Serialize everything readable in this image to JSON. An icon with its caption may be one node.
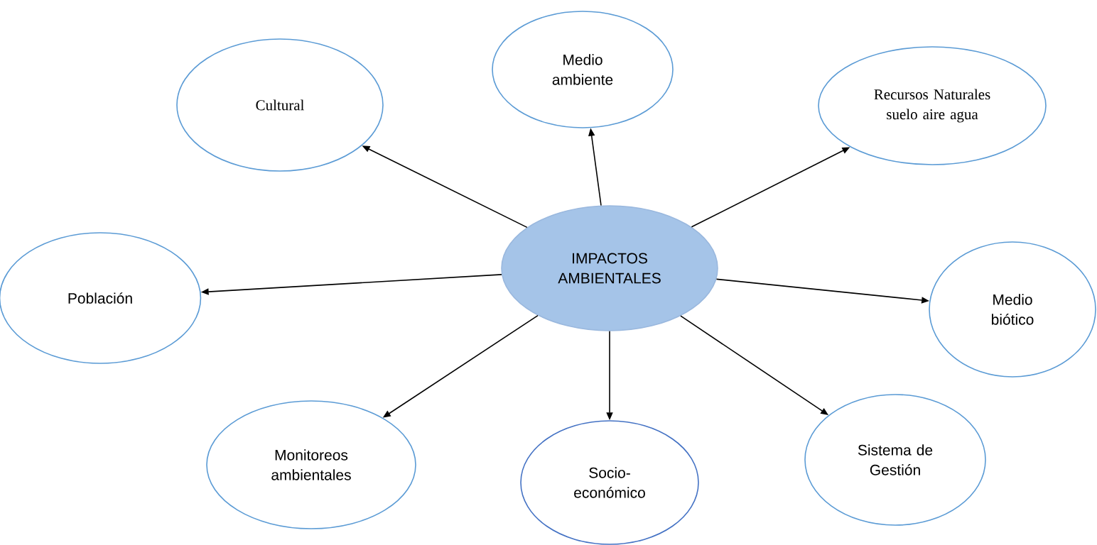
{
  "diagram": {
    "nodes": [
      {
        "text": [
          "IMPACTOS AMBIENTALES"
        ]
      },
      {
        "text": [
          "Medio ambiente"
        ]
      },
      {
        "text": [
          "Cultural"
        ]
      },
      {
        "text": [
          "Recursos Naturales suelo aire agua"
        ]
      },
      {
        "text": [
          "Población"
        ]
      },
      {
        "text": [
          "Medio biótico"
        ]
      },
      {
        "text": [
          "Monitoreos ambientales"
        ]
      },
      {
        "text": [
          "Socio-económico"
        ]
      },
      {
        "text": [
          "Sistema de Gestión"
        ]
      }
    ],
    "edges": [
      {
        "from": 0,
        "to": 1,
        "arrow": "to"
      },
      {
        "from": 0,
        "to": 2,
        "arrow": "to"
      },
      {
        "from": 0,
        "to": 3,
        "arrow": "to"
      },
      {
        "from": 0,
        "to": 4,
        "arrow": "to"
      },
      {
        "from": 0,
        "to": 5,
        "arrow": "to"
      },
      {
        "from": 0,
        "to": 6,
        "arrow": "to"
      },
      {
        "from": 0,
        "to": 7,
        "arrow": "to"
      },
      {
        "from": 0,
        "to": 8,
        "arrow": "to"
      }
    ]
  }
}
